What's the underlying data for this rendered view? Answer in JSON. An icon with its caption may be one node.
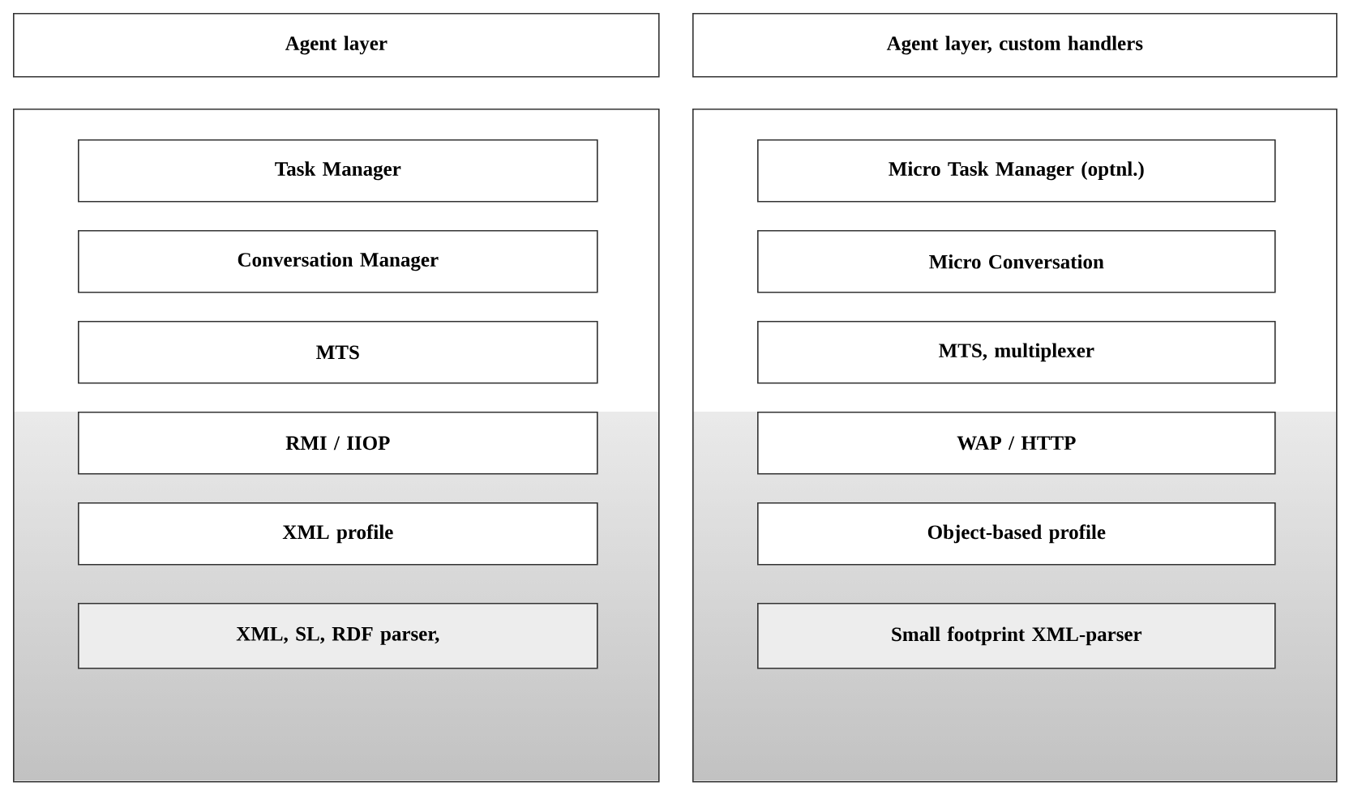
{
  "diagram": {
    "nodes": [
      {
        "text": [
          "Agent layer"
        ]
      },
      {
        "text": [
          "Agent layer, custom handlers"
        ]
      },
      {
        "text": [],
        "shape": "box"
      },
      {
        "text": [
          "Task Manager"
        ],
        "in": 2
      },
      {
        "text": [
          "Conversation Manager"
        ],
        "in": 2
      },
      {
        "text": [
          "MTS"
        ],
        "in": 2
      },
      {
        "text": [
          "RMI / IIOP"
        ],
        "in": 2
      },
      {
        "text": [
          "XML profile"
        ],
        "in": 2
      },
      {
        "text": [
          "XML, SL, RDF parser,"
        ],
        "in": 2
      },
      {
        "text": [],
        "shape": "box"
      },
      {
        "text": [
          "Micro Task Manager (optnl.)"
        ],
        "in": 9
      },
      {
        "text": [
          "Micro Conversation"
        ],
        "in": 9
      },
      {
        "text": [
          "MTS, multiplexer"
        ],
        "in": 9
      },
      {
        "text": [
          "WAP / HTTP"
        ],
        "in": 9
      },
      {
        "text": [
          "Object-based profile"
        ],
        "in": 9
      },
      {
        "text": [
          "Small footprint XML-parser"
        ],
        "in": 9
      }
    ]
  }
}
